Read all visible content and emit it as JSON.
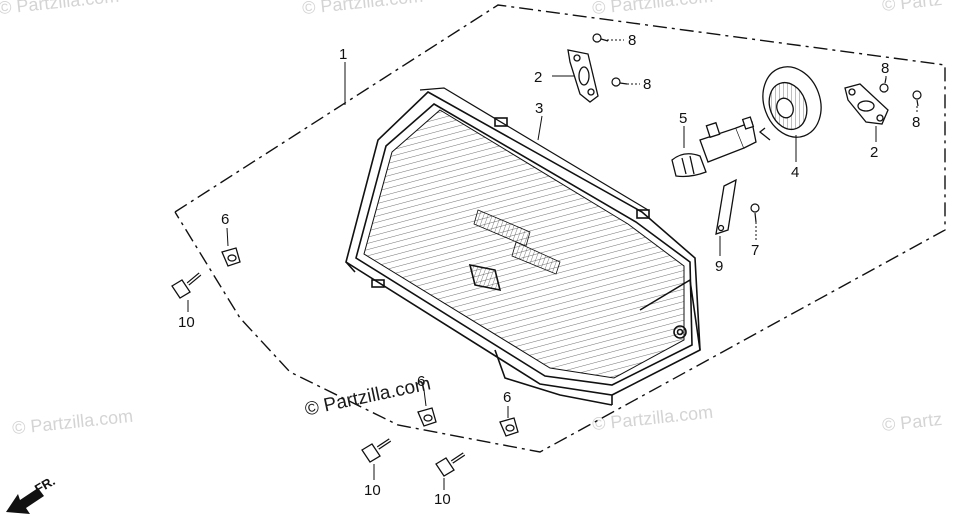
{
  "watermark": {
    "text": "© Partzilla.com",
    "text_partial": "© Partz"
  },
  "copyright": "© Partzilla.com",
  "direction_label": "FR.",
  "callouts": {
    "c1": "1",
    "c2a": "2",
    "c2b": "2",
    "c3": "3",
    "c4": "4",
    "c5": "5",
    "c6a": "6",
    "c6b": "6",
    "c6c": "6",
    "c7": "7",
    "c8a": "8",
    "c8b": "8",
    "c8c": "8",
    "c8d": "8",
    "c9": "9",
    "c10a": "10",
    "c10b": "10",
    "c10c": "10"
  },
  "colors": {
    "line": "#111111",
    "watermark": "#d4d4d4",
    "background": "#ffffff"
  }
}
